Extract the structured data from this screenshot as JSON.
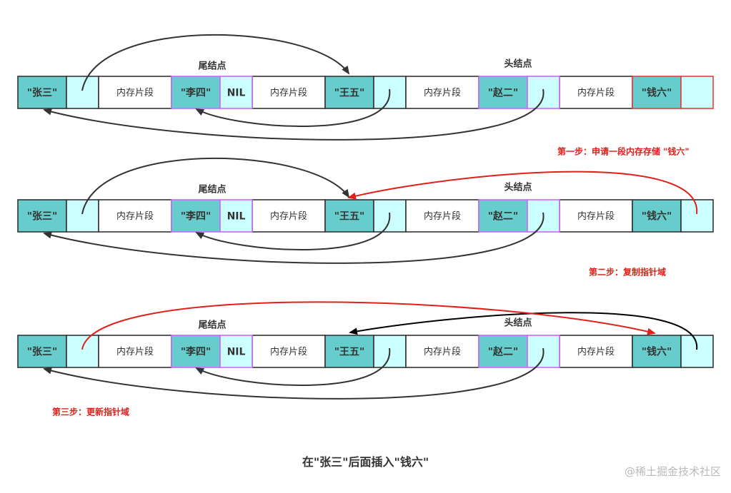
{
  "nodes": {
    "zhangsan": "\"张三\"",
    "lisi": "\"李四\"",
    "wangwu": "\"王五\"",
    "zhaoer": "\"赵二\"",
    "qianliu": "\"钱六\"",
    "nil": "NIL",
    "memory_segment": "内存片段"
  },
  "labels": {
    "tail_node": "尾结点",
    "head_node": "头结点"
  },
  "steps": {
    "step1": "第一步：申请一段内存存储 \"钱六\"",
    "step2": "第二步：复制指针域",
    "step3": "第三步：更新指针域"
  },
  "caption": "在\"张三\"后面插入\"钱六\"",
  "watermark": "@稀土掘金技术社区",
  "colors": {
    "teal": "#66cccc",
    "light_cyan": "#ccffff",
    "purple_border": "#cc66ff",
    "red_border": "#e04040",
    "arrow_dark": "#333333",
    "arrow_red": "#e0201b"
  }
}
